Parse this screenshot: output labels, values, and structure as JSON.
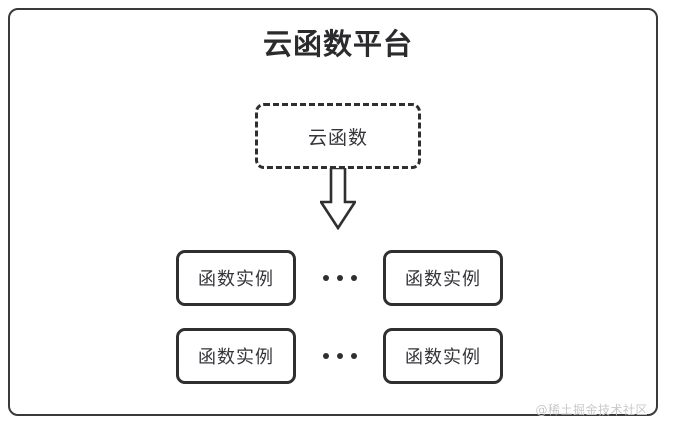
{
  "diagram": {
    "title": "云函数平台",
    "cloud_function": {
      "label": "云函数",
      "border_style": "dashed"
    },
    "arrow": {
      "direction": "down",
      "style": "hollow-block-arrow"
    },
    "ellipsis_text": "•••",
    "instance_rows": [
      {
        "left_instance": "函数实例",
        "ellipsis": "•••",
        "right_instance": "函数实例"
      },
      {
        "left_instance": "函数实例",
        "ellipsis": "•••",
        "right_instance": "函数实例"
      }
    ],
    "watermark": "@稀土掘金技术社区",
    "colors": {
      "stroke": "#2f2f31",
      "frame_stroke": "#3a3a3c",
      "text": "#35353a",
      "title_text": "#2b2b2d",
      "background": "#ffffff",
      "watermark_text": "#c9c9cc"
    }
  }
}
